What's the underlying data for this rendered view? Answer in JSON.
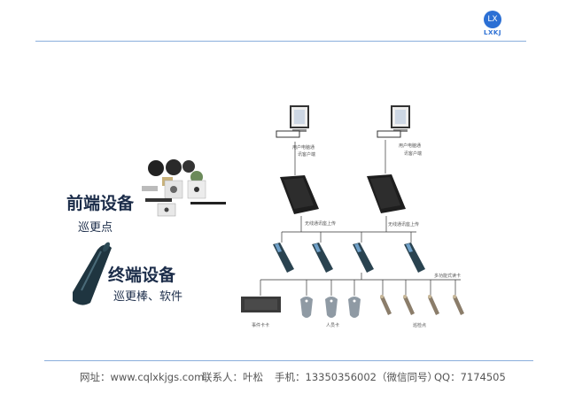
{
  "logo": {
    "mark": "LX",
    "text": "LXKJ"
  },
  "front": {
    "title": "前端设备",
    "subtitle": "巡更点"
  },
  "terminal": {
    "title": "终端设备",
    "subtitle": "巡更棒、软件"
  },
  "diagram": {
    "pc_label_1": "用户电脑通",
    "pc_label_2": "讯客户端",
    "base_label": "无线通讯座上传",
    "card_reader_label": "多功能式读卡",
    "reader_label": "事件卡卡",
    "tags_label": "人员卡",
    "points_label": "巡检点"
  },
  "footer": {
    "website": "网址：www.cqlxkjgs.com",
    "contact": "联系人：叶松",
    "phone": "手机：13350356002（微信同号）",
    "qq": "QQ：7174505"
  }
}
